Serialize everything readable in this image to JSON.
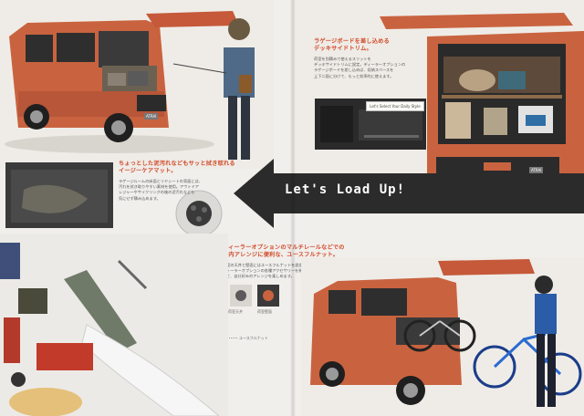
{
  "spread": {
    "headline": "Let's Load Up!",
    "colors": {
      "body_orange": "#c9633f",
      "accent_red": "#d24a2a",
      "arrow_dark": "#2b2b2b"
    }
  },
  "section_luggage": {
    "heading_l1": "ラゲージボードを差し込める",
    "heading_l2": "デッキサイドトリム。",
    "body": [
      "荷室を別積みで使えるスリットを",
      "デッキサイドトリムに設定。ディーラーオプションの",
      "ラゲージボードを差し込めば、収納スペースを",
      "上下二段に分けて、もっと効率的に使えます。"
    ],
    "sign_text": "Let's Select Your Daily Style"
  },
  "section_easycare": {
    "heading_l1": "ちょっとした泥汚れなどもサッと拭き取れる",
    "heading_l2": "イージーケアマット。",
    "body": [
      "ラゲージルームの床面とリヤシートの背面には、",
      "汚れを拭き取りやすい素材を使用。アウトドア",
      "レジャーやサイクリングの後の泥汚れなども",
      "気にせず積み込めます。"
    ]
  },
  "section_multirail": {
    "heading_l1": "ディーラーオプションのマルチレールなどでの",
    "heading_l2": "室内アレンジに便利な、ユースフルナット。",
    "body": [
      "荷室の天井と壁面にはユースフルナットを設定。",
      "ディーラーオプションの各種アクセサリーを装着",
      "して、自分好みのアレンジを楽しめます。"
    ],
    "cap_a": "荷室天井",
    "cap_b": "荷室壁面",
    "cap_c": "ユースフルナット"
  },
  "car_badge": "ATRAI"
}
